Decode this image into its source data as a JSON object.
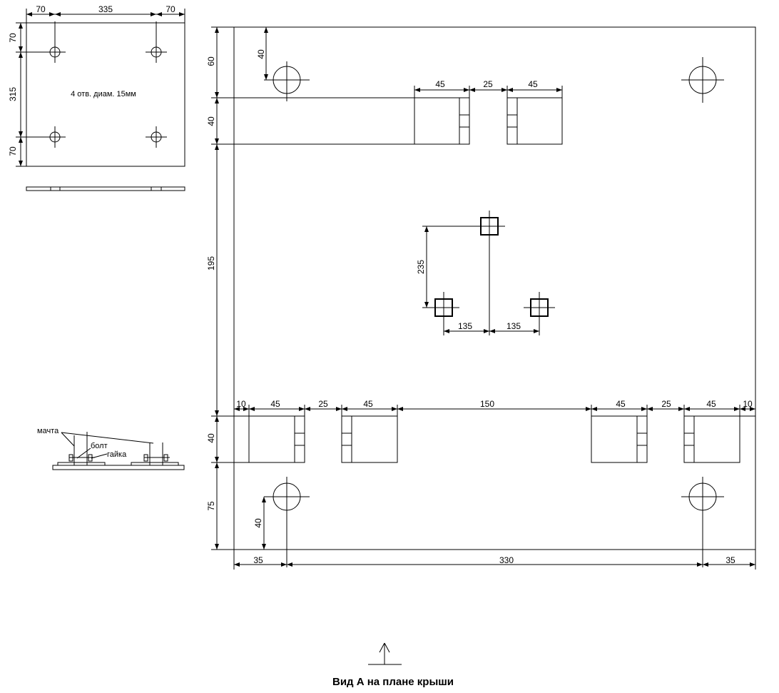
{
  "plate": {
    "top_dims": [
      "70",
      "335",
      "70"
    ],
    "side_dims": [
      "70",
      "315",
      "70"
    ],
    "note": "4 отв. диам. 15мм"
  },
  "mount": {
    "labels": {
      "mast": "мачта",
      "bolt": "болт",
      "nut": "гайка"
    }
  },
  "plan": {
    "dims": {
      "left_60": "60",
      "left_40_top": "40",
      "left_195": "195",
      "left_40_bottom": "40",
      "left_75": "75",
      "hole_40_top": "40",
      "hole_40_bottom": "40",
      "top_45_a": "45",
      "top_25": "25",
      "top_45_b": "45",
      "mast_235": "235",
      "mast_135_a": "135",
      "mast_135_b": "135",
      "row_10_a": "10",
      "row_45_a": "45",
      "row_25_a": "25",
      "row_45_b": "45",
      "row_150": "150",
      "row_45_c": "45",
      "row_25_b": "25",
      "row_45_d": "45",
      "row_10_b": "10",
      "bottom_35_a": "35",
      "bottom_330": "330",
      "bottom_35_b": "35"
    }
  },
  "caption": "Вид А на плане крыши"
}
